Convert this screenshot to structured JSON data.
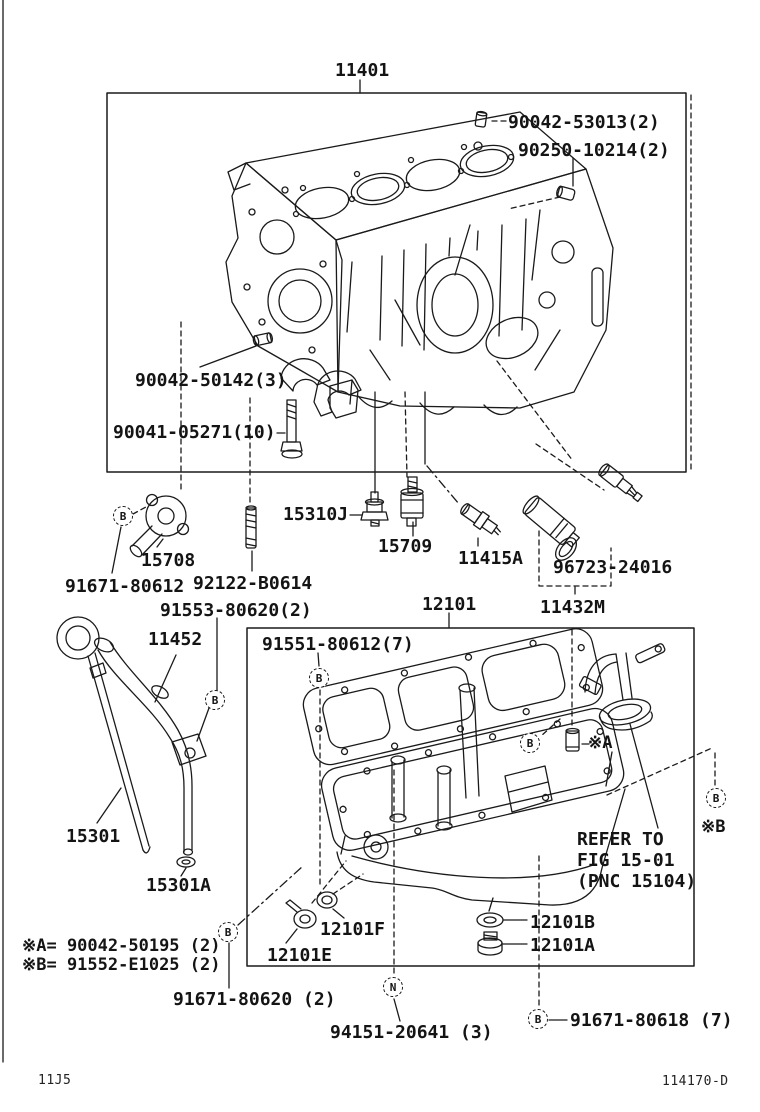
{
  "figure": {
    "page_code": "11J5",
    "figure_number": "114170-D"
  },
  "labels": {
    "a11401": "11401",
    "p90042_53013": "90042-53013(2)",
    "p90250_10214": "90250-10214(2)",
    "p90042_50142": "90042-50142(3)",
    "p90041_05271": "90041-05271(10)",
    "p15310J": "15310J",
    "p15709": "15709",
    "p11415A": "11415A",
    "p96723_24016": "96723-24016",
    "p11432M": "11432M",
    "p15708": "15708",
    "p91671_80612": "91671-80612",
    "p92122_B0614": "92122-B0614",
    "p91553_80620": "91553-80620(2)",
    "p11452": "11452",
    "p91551_80612": "91551-80612(7)",
    "p12101": "12101",
    "p15301": "15301",
    "p15301A": "15301A",
    "p12101F": "12101F",
    "p12101E": "12101E",
    "p12101B": "12101B",
    "p12101A": "12101A",
    "p91671_80620": "91671-80620 (2)",
    "p94151_20641": "94151-20641 (3)",
    "p91671_80618": "91671-80618 (7)"
  },
  "callouts": {
    "b": "B",
    "n": "N",
    "ref_a": "※A",
    "ref_b": "※B"
  },
  "notes": {
    "a": "※A= 90042-50195 (2)",
    "b": "※B= 91552-E1025 (2)"
  },
  "refer": {
    "l1": "REFER TO",
    "l2": "FIG 15-01",
    "l3": "(PNC 15104)"
  }
}
